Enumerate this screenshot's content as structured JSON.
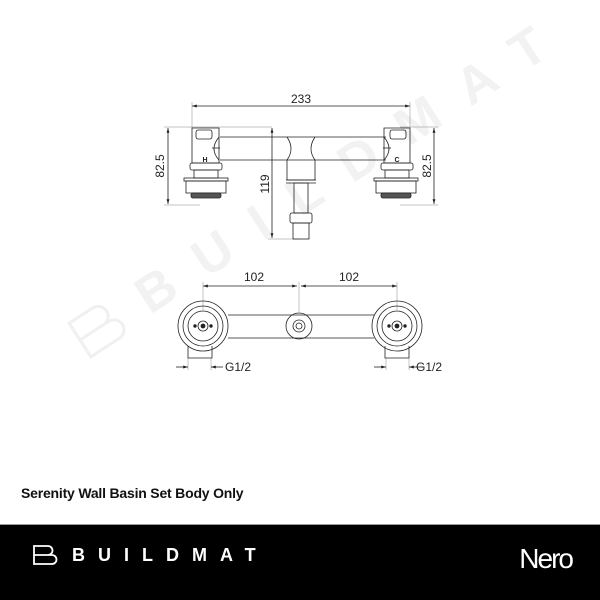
{
  "drawing": {
    "front_view": {
      "overall_width": "233",
      "left_height": "82.5",
      "right_height": "82.5",
      "center_depth": "119",
      "left_label": "H",
      "right_label": "C"
    },
    "top_view": {
      "left_spacing": "102",
      "right_spacing": "102",
      "left_thread": "G1/2",
      "right_thread": "G1/2"
    },
    "watermark": "BUILDMAT"
  },
  "caption": "Serenity Wall Basin Set Body Only",
  "footer": {
    "brand": "BUILDMAT",
    "partner": "Nero",
    "background": "#000000",
    "text_color": "#ffffff"
  }
}
